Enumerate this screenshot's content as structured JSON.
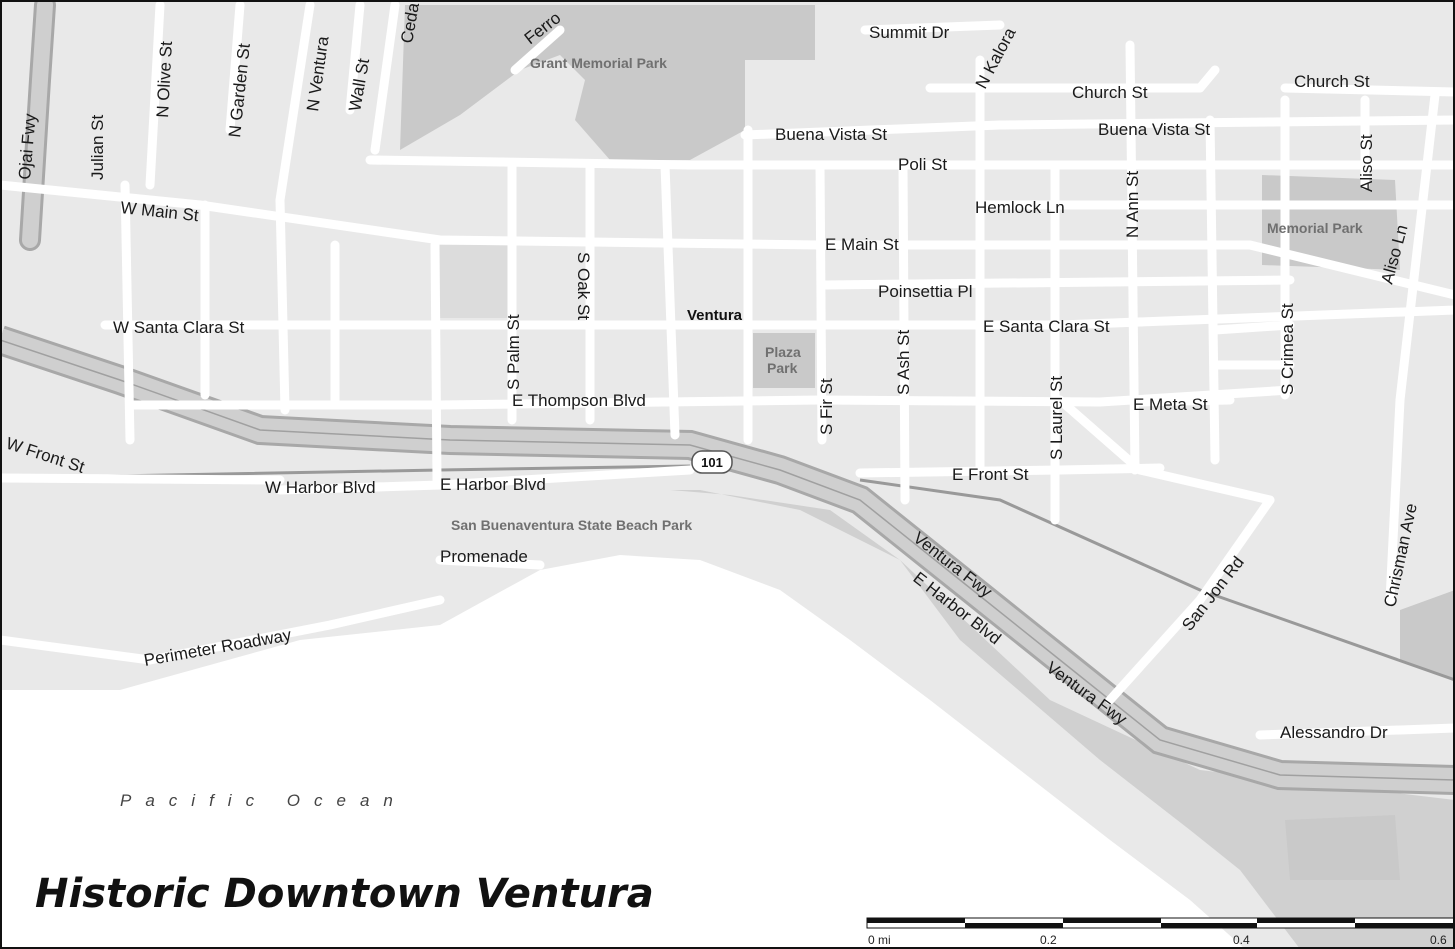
{
  "map": {
    "title": "Historic Downtown Ventura",
    "city_label": "Ventura",
    "ocean_label": "Pacific Ocean",
    "highway_shield": "101",
    "parks": {
      "grant": "Grant Memorial Park",
      "plaza": [
        "Plaza",
        "Park"
      ],
      "memorial": "Memorial Park",
      "beach": "San Buenaventura State Beach Park"
    },
    "streets": {
      "ojai_fwy": "Ojai Fwy",
      "julian": "Julian St",
      "n_olive": "N Olive St",
      "n_garden": "N Garden St",
      "n_ventura": "N Ventura",
      "wall": "Wall St",
      "cedar": "Ceda",
      "ferro": "Ferro",
      "summit": "Summit Dr",
      "n_kalorama": "N Kalora",
      "church_1": "Church St",
      "church_2": "Church St",
      "buena_vista_1": "Buena Vista St",
      "buena_vista_2": "Buena Vista St",
      "poli": "Poli St",
      "hemlock": "Hemlock Ln",
      "n_ann": "N Ann St",
      "aliso": "Aliso St",
      "aliso_ln": "Aliso Ln",
      "w_main": "W Main St",
      "e_main": "E Main St",
      "s_palm": "S Palm St",
      "s_oak": "S Oak St",
      "poinsettia": "Poinsettia Pl",
      "s_crimea": "S Crimea St",
      "w_santa_clara": "W Santa Clara St",
      "e_santa_clara": "E Santa Clara St",
      "s_ash": "S Ash St",
      "s_fir": "S Fir St",
      "s_laurel": "S Laurel St",
      "e_thompson": "E Thompson Blvd",
      "e_meta": "E Meta St",
      "w_front": "W Front St",
      "w_harbor": "W Harbor Blvd",
      "e_harbor": "E Harbor Blvd",
      "e_front": "E Front St",
      "promenade": "Promenade",
      "ventura_fwy_1": "Ventura Fwy",
      "e_harbor_2": "E Harbor Blvd",
      "ventura_fwy_2": "Ventura Fwy",
      "san_jon": "San Jon Rd",
      "chrisman": "Chrisman Ave",
      "alessandro": "Alessandro Dr",
      "perimeter": "Perimeter Roadway"
    },
    "scale_bar": {
      "labels": [
        "0 mi",
        "0.2",
        "0.4",
        "0.6"
      ]
    },
    "colors": {
      "land": "#e9e9e9",
      "park": "#c8c8c8",
      "ocean": "#ffffff",
      "road": "#ffffff",
      "freeway": "#c2c2c2"
    }
  }
}
